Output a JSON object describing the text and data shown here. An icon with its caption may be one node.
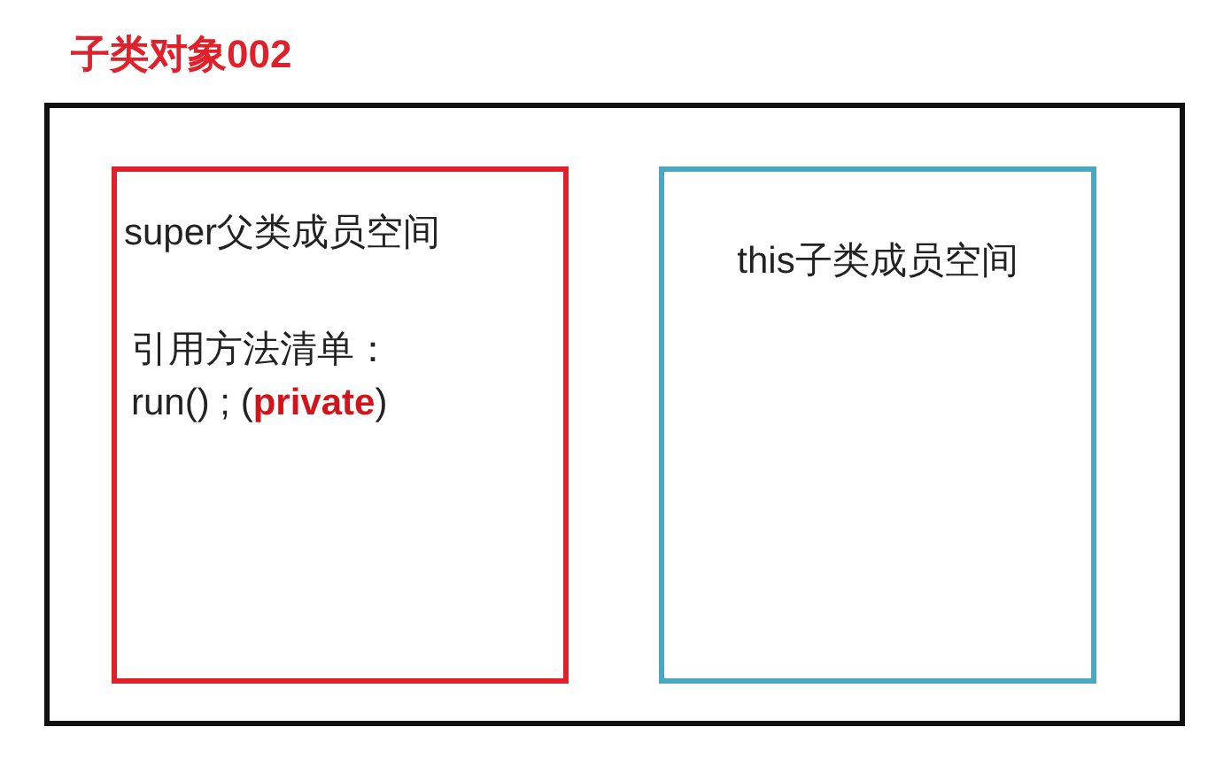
{
  "diagram": {
    "title": "子类对象002",
    "nodes": [
      {
        "text": [],
        "shape": "box"
      },
      {
        "text": [
          "super父类成员空间",
          "引用方法清单：",
          "run() ; (**private**)"
        ],
        "in": 0
      },
      {
        "text": [
          "this子类成员空间"
        ],
        "in": 0
      }
    ]
  }
}
